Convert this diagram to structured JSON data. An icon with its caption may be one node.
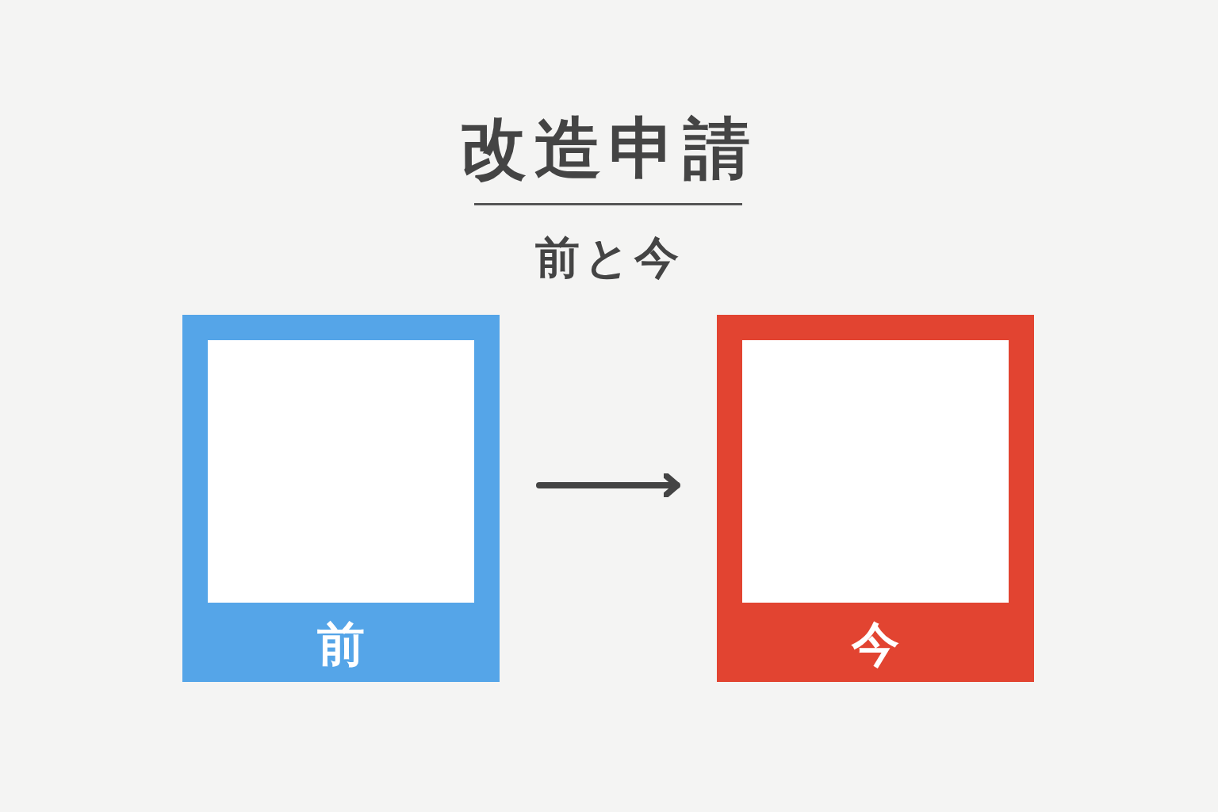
{
  "diagram": {
    "title": "改造申請",
    "labels": [
      "前と今"
    ],
    "nodes": [
      {
        "text": [
          "前"
        ]
      },
      {
        "text": [
          "今"
        ]
      }
    ],
    "edges": [
      {
        "from": 0,
        "to": 1,
        "arrow": "to"
      }
    ]
  }
}
